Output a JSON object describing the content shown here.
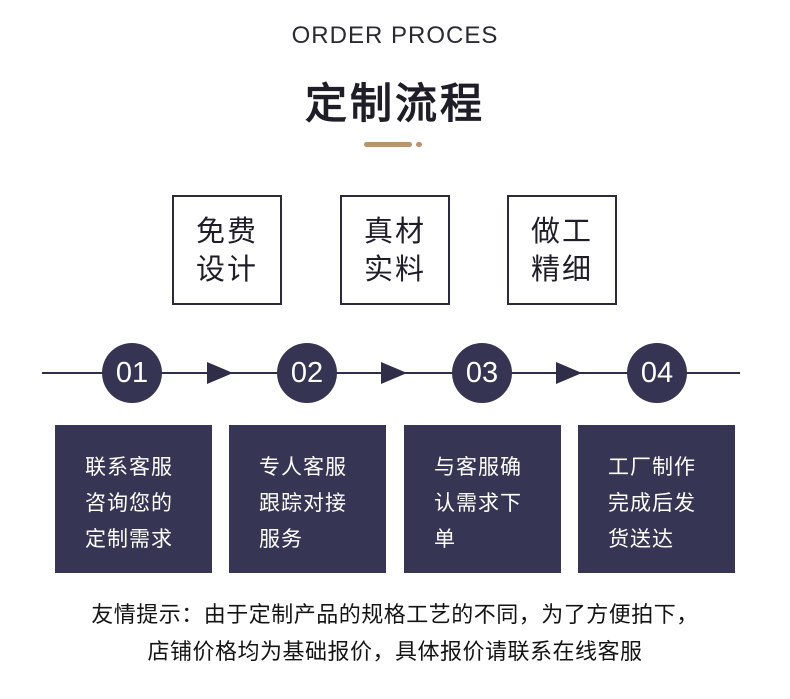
{
  "header": {
    "eyebrow": "ORDER PROCES",
    "title": "定制流程"
  },
  "features": [
    {
      "line1": "免费",
      "line2": "设计"
    },
    {
      "line1": "真材",
      "line2": "实料"
    },
    {
      "line1": "做工",
      "line2": "精细"
    }
  ],
  "steps": [
    {
      "number": "01",
      "lines": [
        "联系客服",
        "咨询您的",
        "定制需求"
      ]
    },
    {
      "number": "02",
      "lines": [
        "专人客服",
        "跟踪对接",
        "服务"
      ]
    },
    {
      "number": "03",
      "lines": [
        "与客服确",
        "认需求下",
        "单"
      ]
    },
    {
      "number": "04",
      "lines": [
        "工厂制作",
        "完成后发",
        "货送达"
      ]
    }
  ],
  "notice": {
    "line1": "友情提示：由于定制产品的规格工艺的不同，为了方便拍下，",
    "line2": "店铺价格均为基础报价，具体报价请联系在线客服"
  },
  "colors": {
    "accent": "#b89470",
    "navy": "#363553",
    "line": "#2f2e48"
  }
}
